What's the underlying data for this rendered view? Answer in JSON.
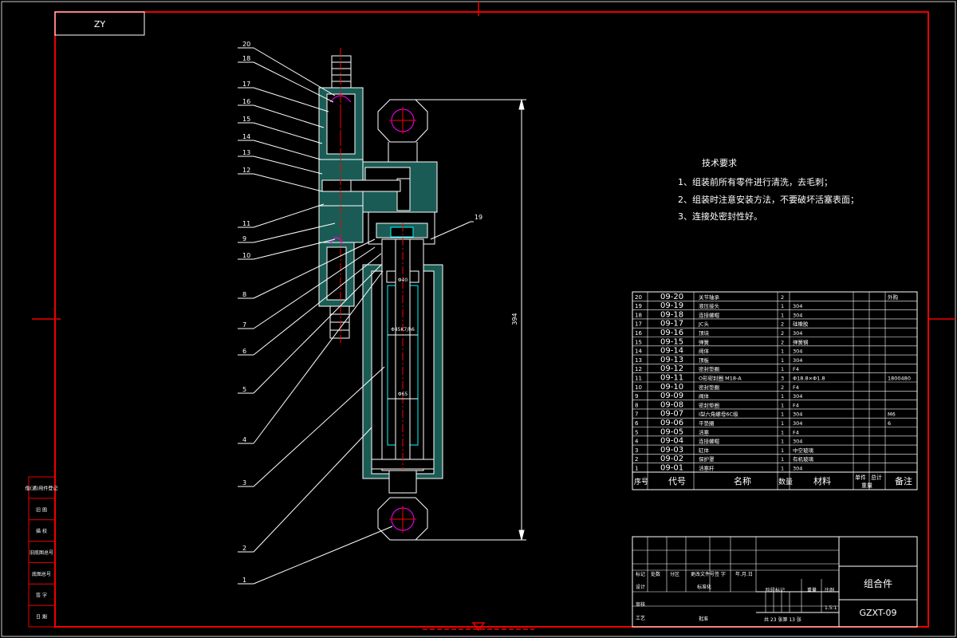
{
  "corner_code": "ZY",
  "callouts": [
    "20",
    "18",
    "17",
    "16",
    "15",
    "14",
    "13",
    "12",
    "11",
    "9",
    "10",
    "8",
    "7",
    "6",
    "5",
    "4",
    "3",
    "2",
    "1",
    "19"
  ],
  "dims": {
    "overall": "394",
    "d1": "Φ40",
    "d2": "Φ45K7/h6",
    "d3": "Φ65"
  },
  "tech": {
    "title": "技术要求",
    "lines": [
      "1、组装前所有零件进行清洗，去毛刺；",
      "2、组装时注意安装方法，不要破坏活塞表面；",
      "3、连接处密封性好。"
    ]
  },
  "parts": [
    {
      "no": "20",
      "code": "09-20",
      "name": "关节轴承",
      "qty": "2",
      "mat": "",
      "note": "外购"
    },
    {
      "no": "19",
      "code": "09-19",
      "name": "液压接头",
      "qty": "1",
      "mat": "304",
      "note": ""
    },
    {
      "no": "18",
      "code": "09-18",
      "name": "连接螺帽",
      "qty": "1",
      "mat": "304",
      "note": ""
    },
    {
      "no": "17",
      "code": "09-17",
      "name": "JC头",
      "qty": "2",
      "mat": "硅橡胶",
      "note": ""
    },
    {
      "no": "16",
      "code": "09-16",
      "name": "顶块",
      "qty": "2",
      "mat": "304",
      "note": ""
    },
    {
      "no": "15",
      "code": "09-15",
      "name": "弹簧",
      "qty": "2",
      "mat": "弹簧钢",
      "note": ""
    },
    {
      "no": "14",
      "code": "09-14",
      "name": "阀体",
      "qty": "1",
      "mat": "304",
      "note": ""
    },
    {
      "no": "13",
      "code": "09-13",
      "name": "顶板",
      "qty": "1",
      "mat": "304",
      "note": ""
    },
    {
      "no": "12",
      "code": "09-12",
      "name": "密封垫圈",
      "qty": "1",
      "mat": "F4",
      "note": ""
    },
    {
      "no": "11",
      "code": "09-11",
      "name": "O形密封圈 M18-A",
      "qty": "3",
      "mat": "Φ18.8×Φ1.8",
      "note": "1800480"
    },
    {
      "no": "10",
      "code": "09-10",
      "name": "密封垫圈",
      "qty": "2",
      "mat": "F4",
      "note": ""
    },
    {
      "no": "9",
      "code": "09-09",
      "name": "阀体",
      "qty": "1",
      "mat": "304",
      "note": ""
    },
    {
      "no": "8",
      "code": "09-08",
      "name": "密封垫圈",
      "qty": "1",
      "mat": "F4",
      "note": ""
    },
    {
      "no": "7",
      "code": "09-07",
      "name": "I型六角螺母6C级",
      "qty": "1",
      "mat": "304",
      "note": "M6"
    },
    {
      "no": "6",
      "code": "09-06",
      "name": "平垫圈",
      "qty": "1",
      "mat": "304",
      "note": "6"
    },
    {
      "no": "5",
      "code": "09-05",
      "name": "活塞",
      "qty": "1",
      "mat": "F4",
      "note": ""
    },
    {
      "no": "4",
      "code": "09-04",
      "name": "连接螺帽",
      "qty": "1",
      "mat": "304",
      "note": ""
    },
    {
      "no": "3",
      "code": "09-03",
      "name": "缸体",
      "qty": "1",
      "mat": "中空玻璃",
      "note": ""
    },
    {
      "no": "2",
      "code": "09-02",
      "name": "保护罩",
      "qty": "1",
      "mat": "有机玻璃",
      "note": ""
    },
    {
      "no": "1",
      "code": "09-01",
      "name": "活塞杆",
      "qty": "1",
      "mat": "304",
      "note": ""
    }
  ],
  "header": {
    "no": "序号",
    "code": "代号",
    "name": "名称",
    "qty": "数量",
    "mat": "材料",
    "unit": "单件",
    "total": "总计",
    "weight": "重量",
    "note": "备注"
  },
  "title_block": {
    "name": "组合件",
    "drawing_no": "GZXT-09",
    "scale_label": "比例",
    "weight_label": "重量",
    "stage_label": "阶段标记",
    "scale": "1.5:1",
    "sheets": "共 23 张第 13 张",
    "rows": [
      "标记",
      "处数",
      "分区",
      "更改文件号",
      "签 字",
      "年.月.日"
    ],
    "roles": [
      "设计",
      "标准化",
      "审核",
      "工艺",
      "批准"
    ]
  },
  "left_strip": [
    "借(通)用件登记",
    "旧 图",
    "描 校",
    "旧底图总号",
    "底图总号",
    "签 字",
    "日 期"
  ]
}
